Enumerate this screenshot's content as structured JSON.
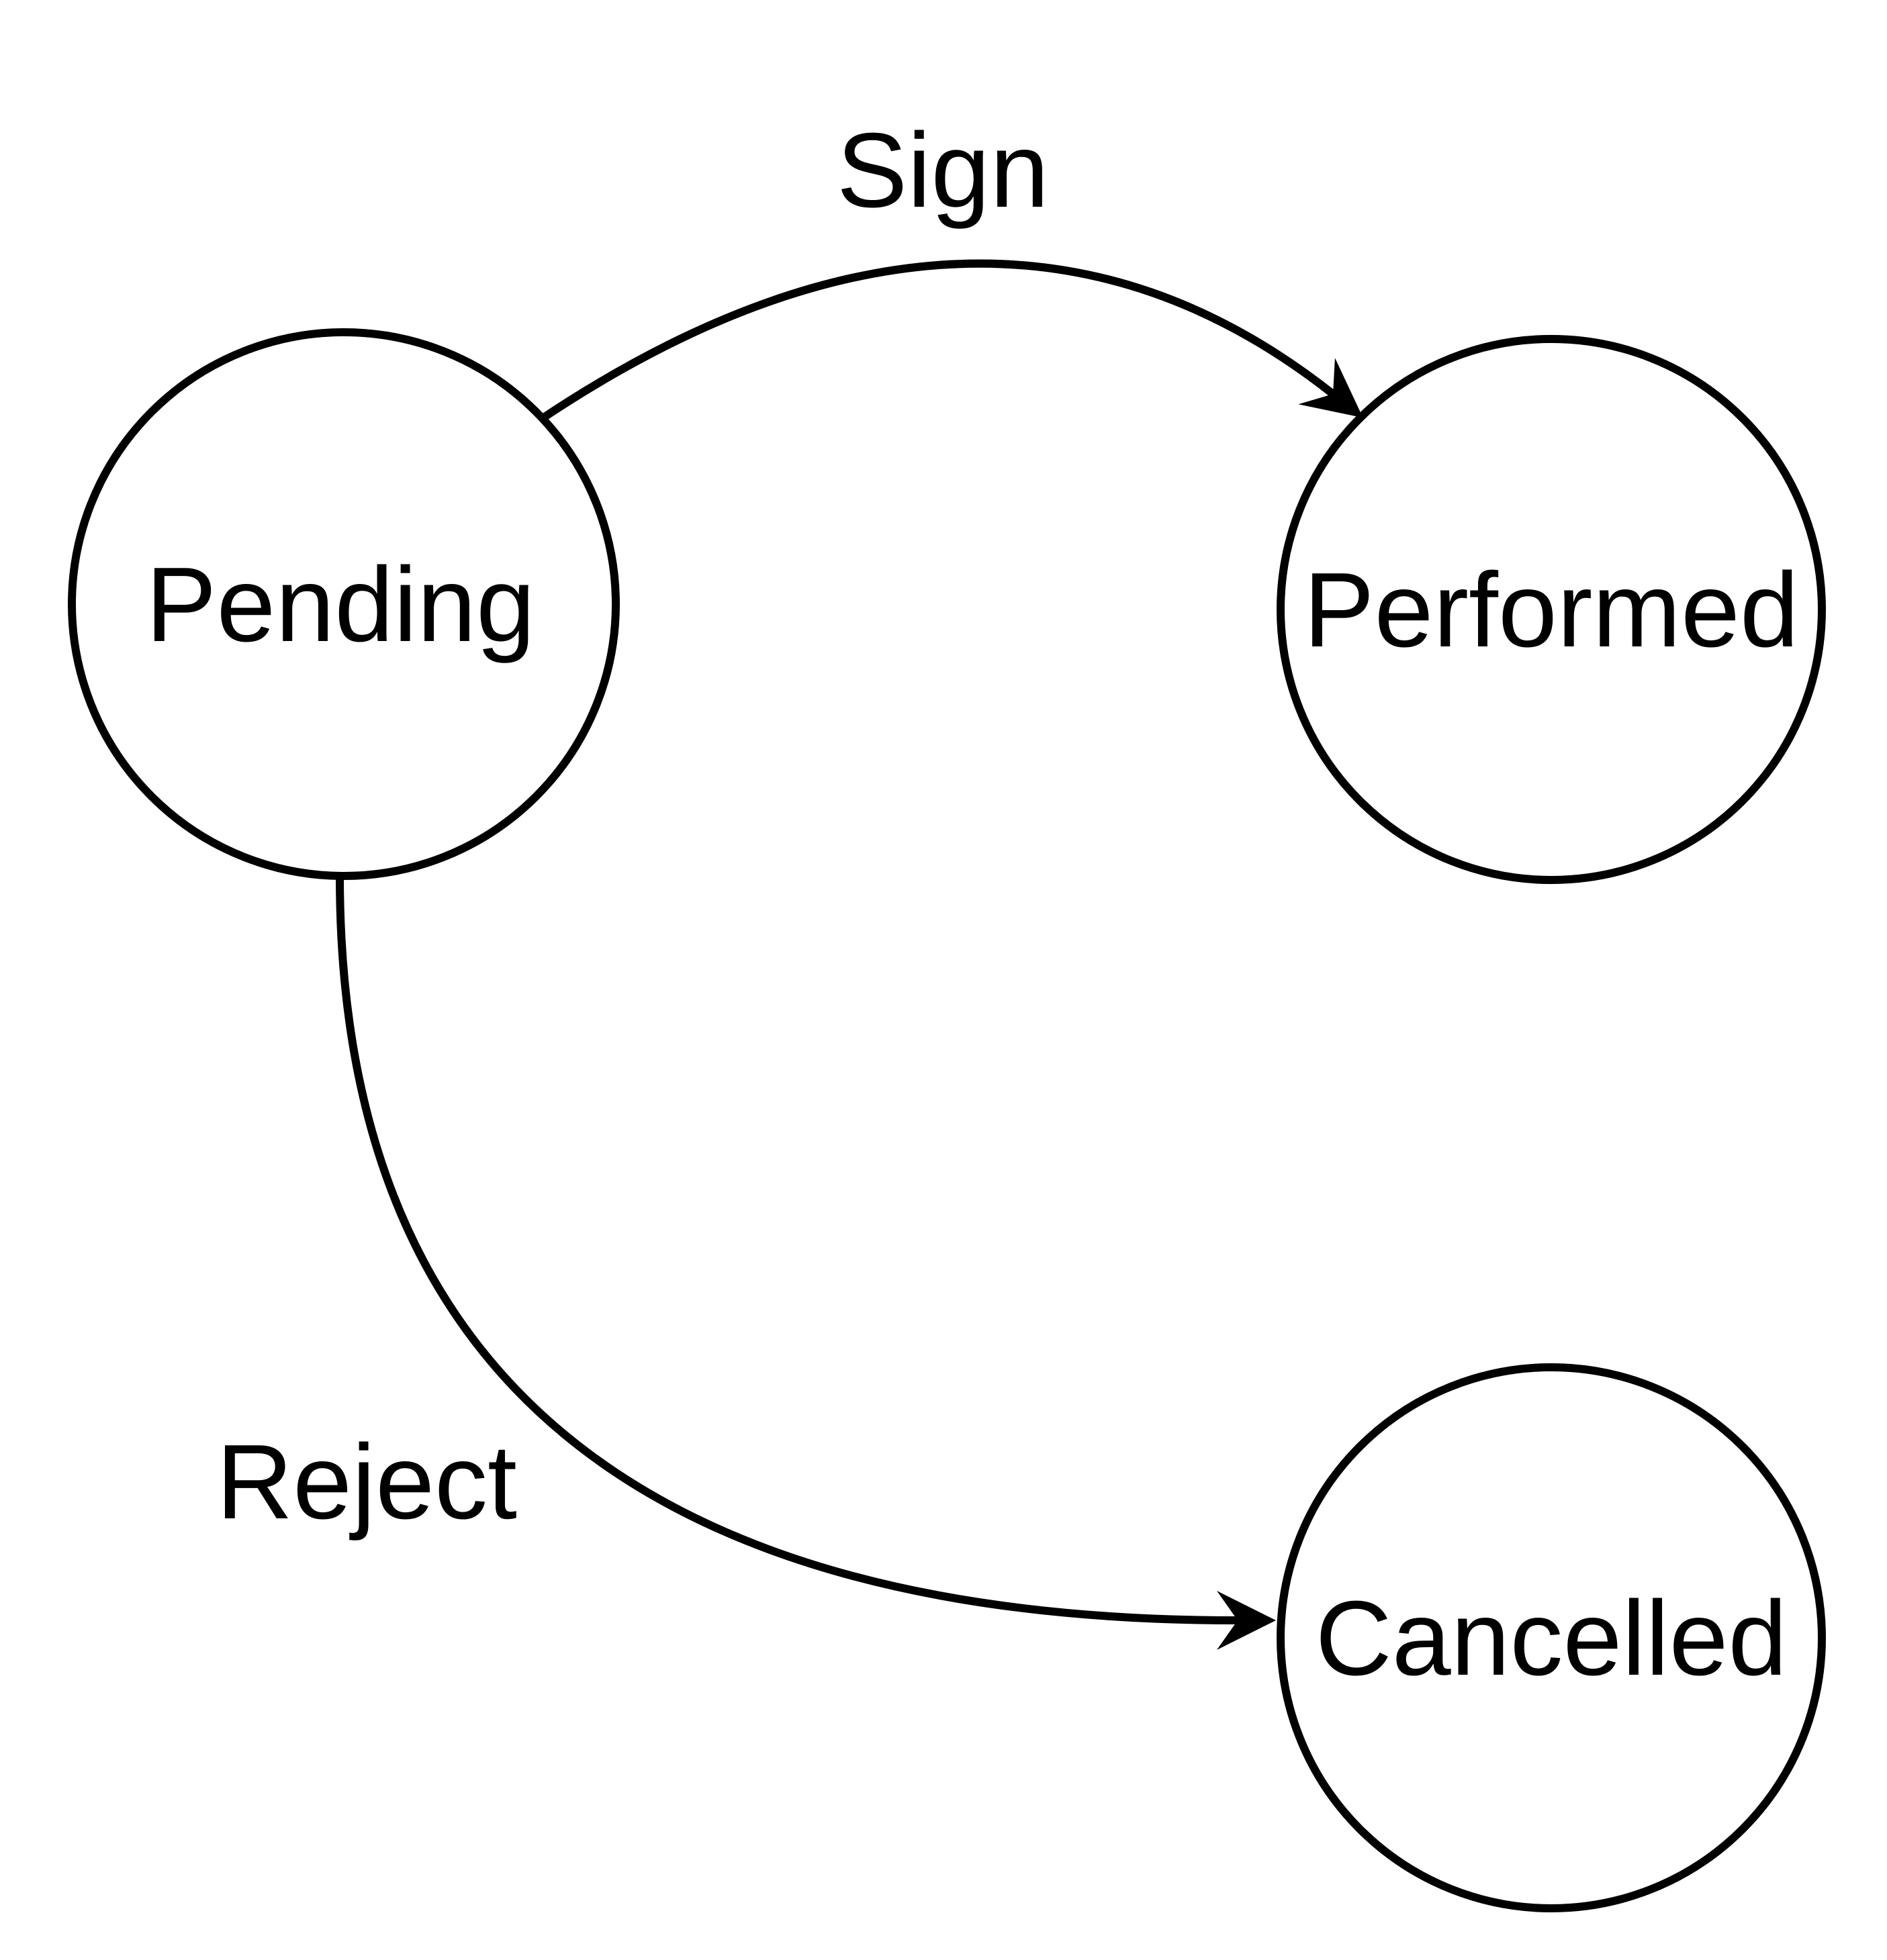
{
  "diagram": {
    "type": "state-transition-diagram",
    "background_color": "#ffffff",
    "stroke_color": "#000000",
    "text_color": "#000000",
    "nodes": [
      {
        "id": "pending",
        "label": "Pending"
      },
      {
        "id": "performed",
        "label": "Performed"
      },
      {
        "id": "cancelled",
        "label": "Cancelled"
      }
    ],
    "edges": [
      {
        "from": "Pending",
        "to": "Performed",
        "label": "Sign"
      },
      {
        "from": "Pending",
        "to": "Cancelled",
        "label": "Reject"
      }
    ]
  }
}
